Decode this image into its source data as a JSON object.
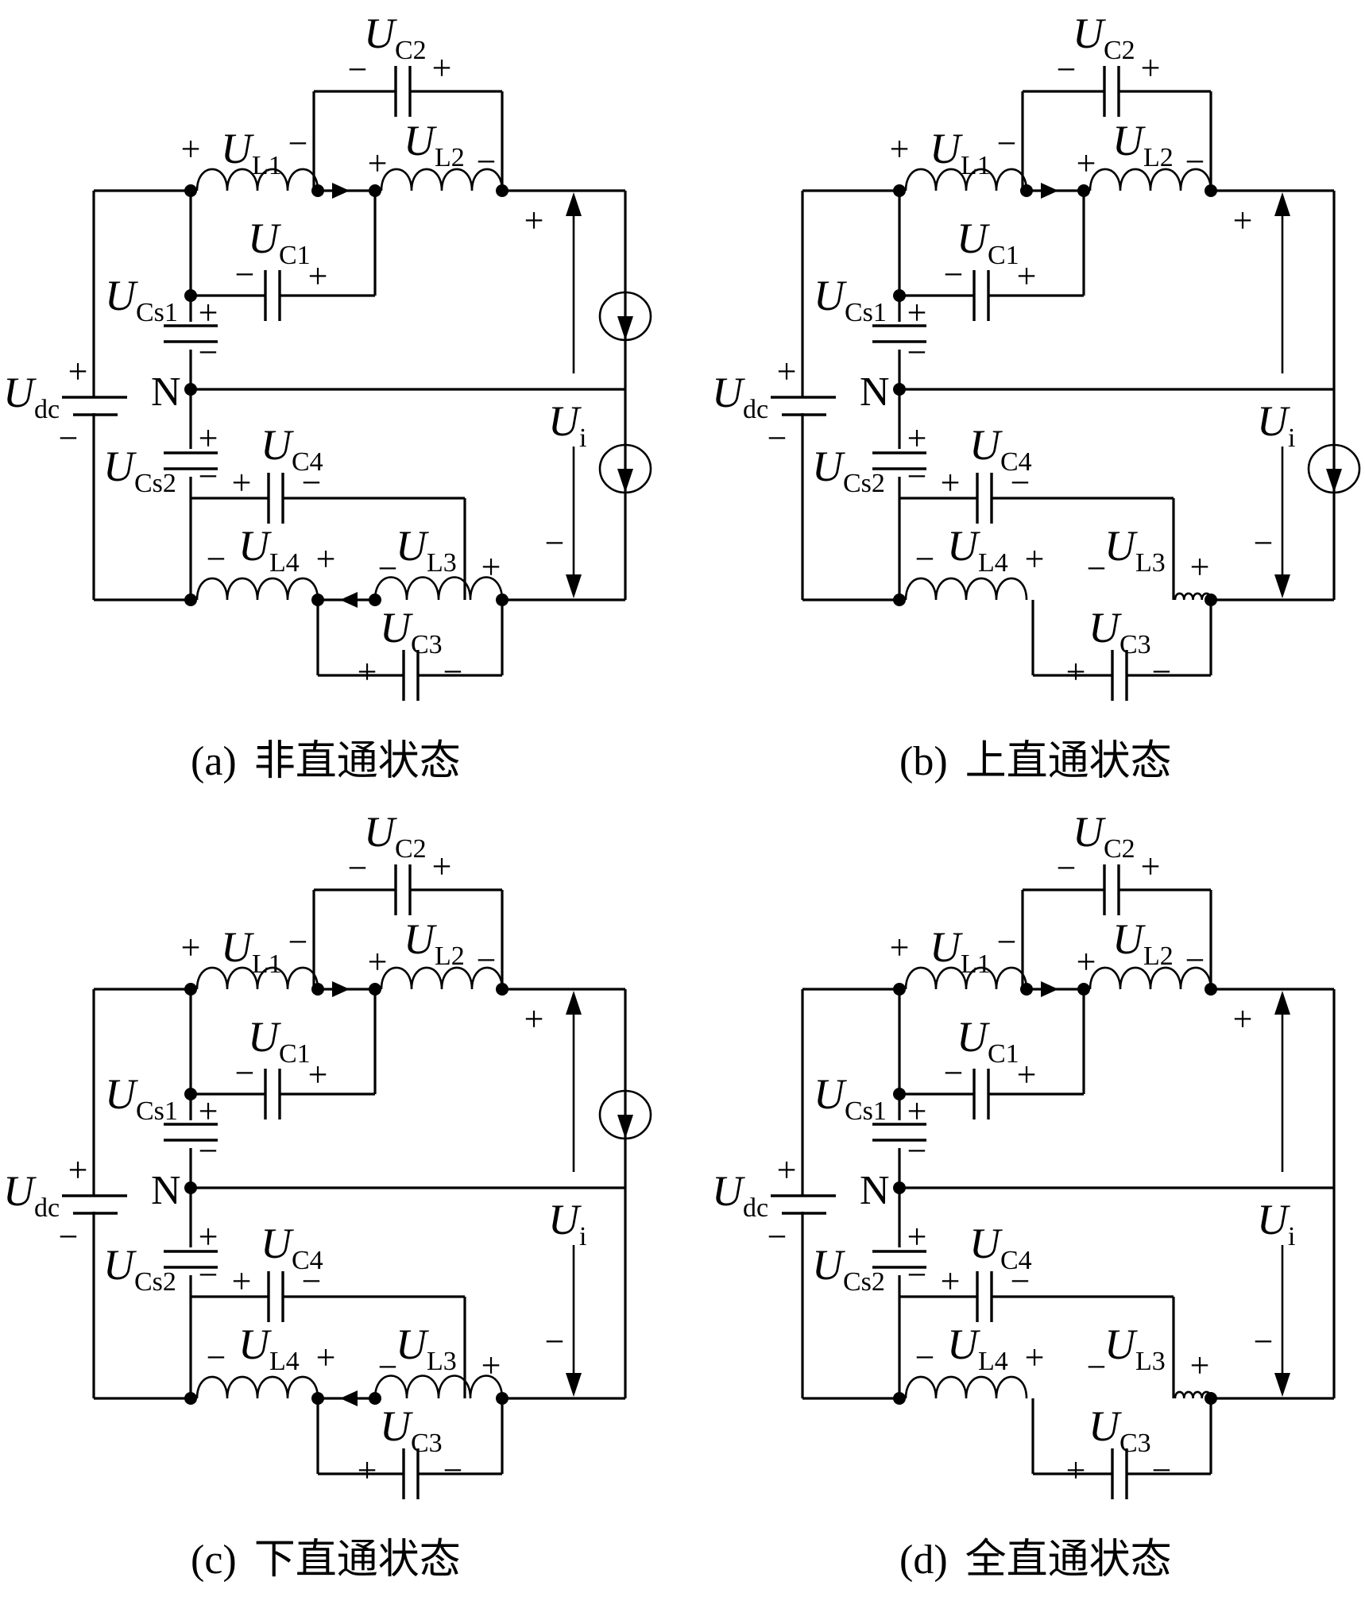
{
  "figure": {
    "type": "circuit-diagram",
    "description": "Four operating states of a quasi-Z-source / split-source inverter with DC source, split capacitors Cs1/Cs2 and midpoint N"
  },
  "labels": {
    "U": "U",
    "Udc_sub": "dc",
    "Ucs1_sub": "Cs1",
    "Ucs2_sub": "Cs2",
    "UL1_sub": "L1",
    "UL2_sub": "L2",
    "UL3_sub": "L3",
    "UL4_sub": "L4",
    "UC1_sub": "C1",
    "UC2_sub": "C2",
    "UC3_sub": "C3",
    "UC4_sub": "C4",
    "Ui_sub": "i",
    "node_N": "N",
    "plus": "+",
    "minus": "−"
  },
  "panels": [
    {
      "id": "a",
      "caption_tag": "(a)",
      "caption_text": "非直通状态",
      "upper_current_source": true,
      "lower_current_source": true,
      "upper_inductors_connected": true,
      "lower_inductors_connected": true
    },
    {
      "id": "b",
      "caption_tag": "(b)",
      "caption_text": "上直通状态",
      "upper_current_source": false,
      "lower_current_source": true,
      "upper_inductors_connected": true,
      "lower_inductors_connected": false
    },
    {
      "id": "c",
      "caption_tag": "(c)",
      "caption_text": "下直通状态",
      "upper_current_source": true,
      "lower_current_source": false,
      "upper_inductors_connected": true,
      "lower_inductors_connected": true
    },
    {
      "id": "d",
      "caption_tag": "(d)",
      "caption_text": "全直通状态",
      "upper_current_source": false,
      "lower_current_source": false,
      "upper_inductors_connected": true,
      "lower_inductors_connected": false
    }
  ]
}
